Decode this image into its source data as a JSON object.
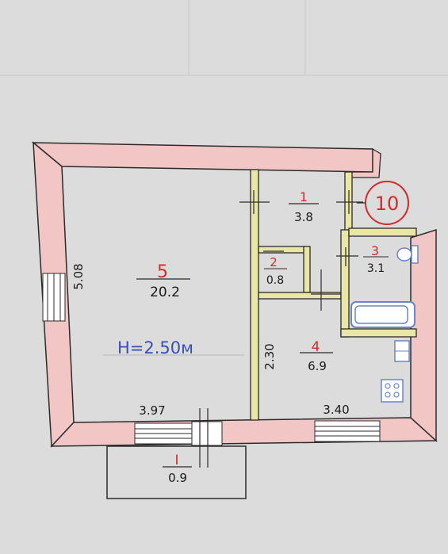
{
  "unit_number": "10",
  "ceiling_height": "H=2.50м",
  "rooms": [
    {
      "number": "1",
      "area": "3.8"
    },
    {
      "number": "2",
      "area": "0.8"
    },
    {
      "number": "3",
      "area": "3.1"
    },
    {
      "number": "4",
      "area": "6.9"
    },
    {
      "number": "5",
      "area": "20.2"
    }
  ],
  "balcony": {
    "number": "I",
    "area": "0.9"
  },
  "dimensions": {
    "room5_height": "5.08",
    "room5_width": "3.97",
    "room4_width": "3.40",
    "room4_depth": "2.30"
  },
  "colors": {
    "paper": "#dcdcdc",
    "wall_fill": "#f3c6c6",
    "wall_stroke": "#d98a8a",
    "inner_wall": "#e9e6a6",
    "plumbing": "#6b83c9",
    "outline": "#2b2b2b",
    "number_red": "#d42a2a",
    "h_blue": "#3a4fb5"
  }
}
